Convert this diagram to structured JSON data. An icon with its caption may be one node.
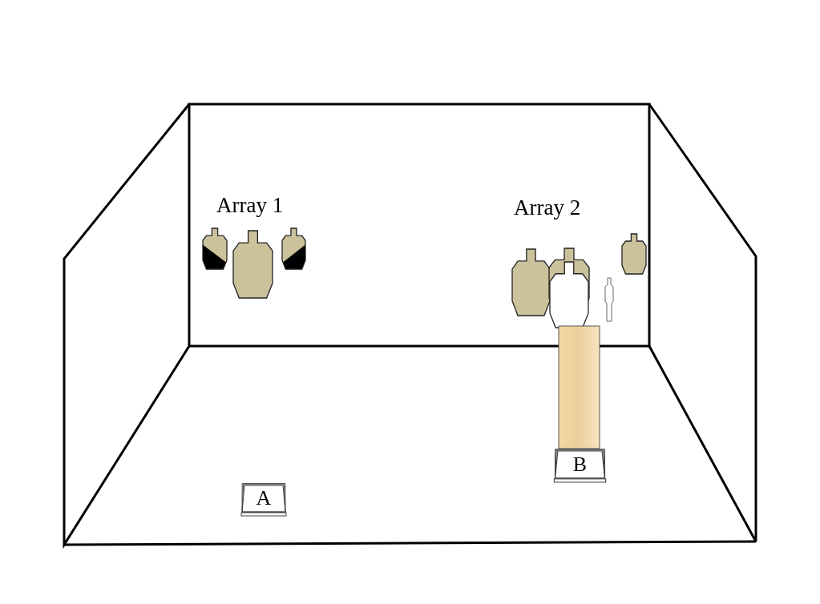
{
  "diagram": {
    "nodes": [
      {
        "text": [
          "A"
        ]
      },
      {
        "text": [
          "B"
        ]
      }
    ],
    "labels": [
      "Array 1",
      "Array 2"
    ]
  }
}
